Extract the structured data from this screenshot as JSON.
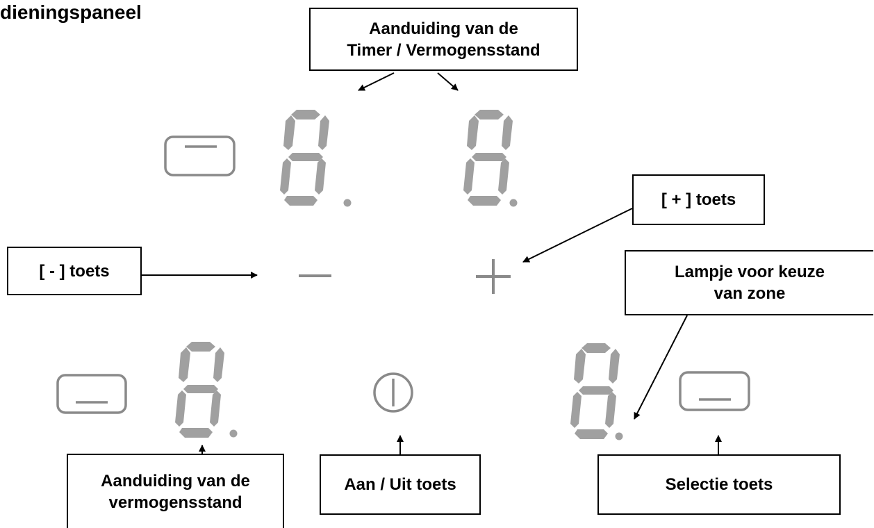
{
  "title": "dieningspaneel",
  "labels": {
    "timer": "Aanduiding van de\nTimer / Vermogensstand",
    "plus": "[ + ] toets",
    "minus": "[ - ] toets",
    "lamp": "Lampje voor keuze\nvan zone",
    "power_level": "Aanduiding van de\nvermogensstand",
    "onoff": "Aan / Uit toets",
    "selection": "Selectie toets"
  },
  "icons": {
    "button": "rounded-rect-key-icon",
    "digit": "seven-segment-digit-icon",
    "power": "power-icon",
    "minus": "minus-icon",
    "plus": "plus-icon",
    "arrow": "arrow-icon"
  },
  "colors": {
    "segment": "#a0a0a0",
    "control": "#8a8a8a",
    "ink": "#000000",
    "background": "#ffffff"
  }
}
